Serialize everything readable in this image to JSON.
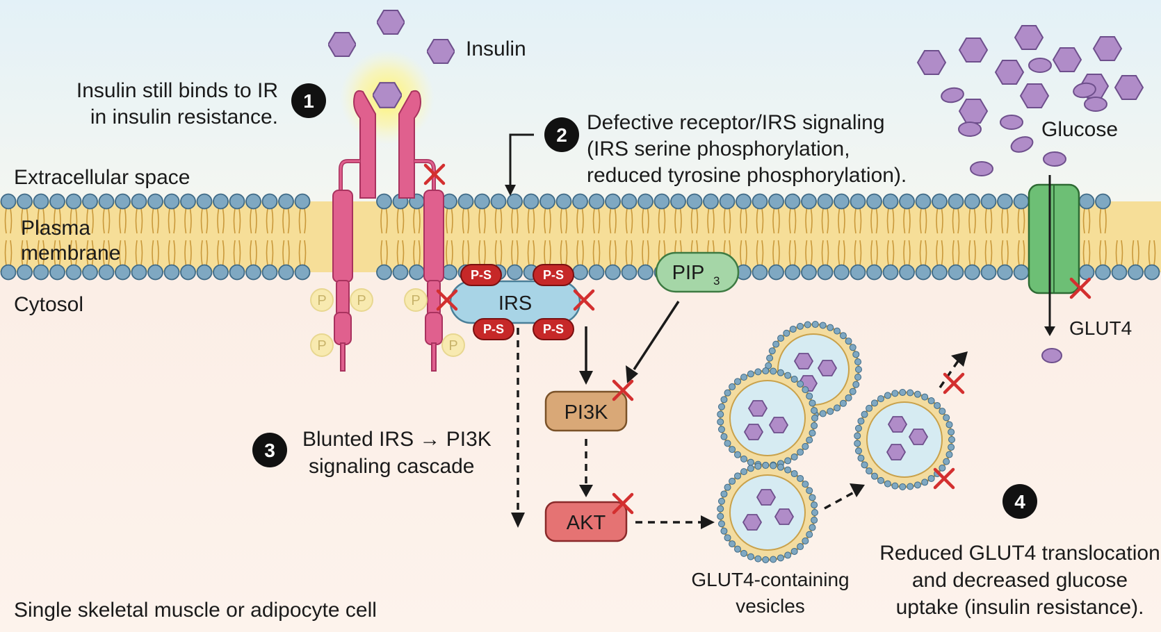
{
  "labels": {
    "insulin": "Insulin",
    "glucose": "Glucose",
    "extracellular": "Extracellular space",
    "membrane_line1": "Plasma",
    "membrane_line2": "membrane",
    "cytosol": "Cytosol",
    "cell_type": "Single skeletal muscle or adipocyte cell",
    "vesicles_line1": "GLUT4-containing",
    "vesicles_line2": "vesicles",
    "glut4": "GLUT4"
  },
  "nodes": {
    "irs": "IRS",
    "pip3_main": "PIP",
    "pip3_sub": "3",
    "pi3k": "PI3K",
    "akt": "AKT",
    "ps": "P-S",
    "p": "P"
  },
  "steps": [
    {
      "num": "1",
      "line1": "Insulin still binds to IR",
      "line2": "in insulin resistance."
    },
    {
      "num": "2",
      "line1": "Defective receptor/IRS signaling",
      "line2": "(IRS serine phosphorylation,",
      "line3": "reduced tyrosine phosphorylation)."
    },
    {
      "num": "3",
      "line1": "Blunted IRS → PI3K",
      "line2": "signaling cascade"
    },
    {
      "num": "4",
      "line1": "Reduced GLUT4 translocation",
      "line2": "and decreased glucose",
      "line3": "uptake (insulin resistance)."
    }
  ],
  "colors": {
    "insulin": "#b08cc8",
    "receptor": "#e0608e",
    "irs": "#a8d4e6",
    "ps": "#c62828",
    "pi3k": "#d9a877",
    "akt": "#e57373",
    "pip3": "#a5d6a7",
    "glut4": "#6dbf75",
    "inhibit": "#d32f2f",
    "step_badge": "#111111"
  }
}
